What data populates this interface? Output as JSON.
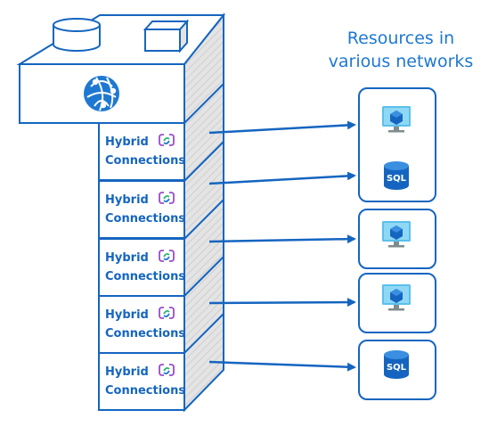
{
  "heading": {
    "line1": "Resources in",
    "line2": "various networks"
  },
  "hybrid_connections": [
    {
      "line1": "Hybrid",
      "line2": "Connections"
    },
    {
      "line1": "Hybrid",
      "line2": "Connections"
    },
    {
      "line1": "Hybrid",
      "line2": "Connections"
    },
    {
      "line1": "Hybrid",
      "line2": "Connections"
    },
    {
      "line1": "Hybrid",
      "line2": "Connections"
    }
  ],
  "resources": {
    "sql_label": "SQL"
  },
  "icons": {
    "app_service": "web-app-globe-icon",
    "hybrid_connection": "hybrid-connection-icon",
    "virtual_machine": "virtual-machine-monitor-icon",
    "database": "sql-database-icon"
  },
  "colors": {
    "accent": "#1e78d2",
    "stroke": "#1565c0",
    "shade": "#d9d9d9",
    "purple": "#9b4dca",
    "green": "#2bb673"
  }
}
